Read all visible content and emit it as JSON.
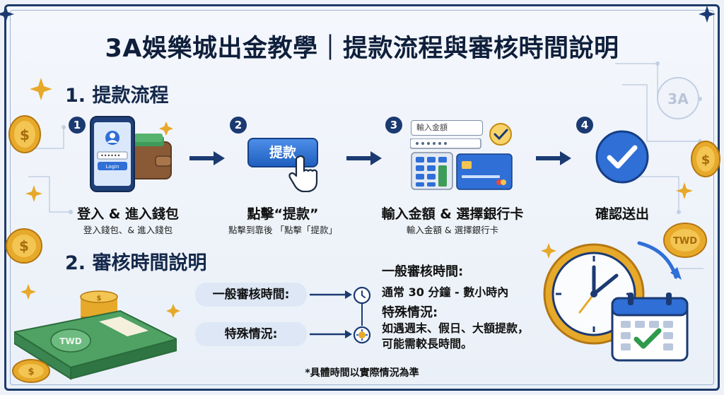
{
  "title": "3A娛樂城出金教學｜提款流程與審核時間說明",
  "section1": {
    "heading": "1. 提款流程"
  },
  "steps": [
    {
      "num": "1",
      "label": "登入 & 進入錢包",
      "sub": "登入錢包、& 進入錢包"
    },
    {
      "num": "2",
      "label": "點擊“提款”",
      "sub": "點擊到靠後 「點擊「提款」"
    },
    {
      "num": "3",
      "label": "輸入金額 & 選擇銀行卡",
      "sub": "輸入金額 & 選擇銀行卡"
    },
    {
      "num": "4",
      "label": "確認送出",
      "sub": ""
    }
  ],
  "phone": {
    "login_button": "Login"
  },
  "button": {
    "label": "提款"
  },
  "amount_input": {
    "placeholder": "輸入金額"
  },
  "section2": {
    "heading": "2. 審核時間說明"
  },
  "review": {
    "normal_pill": "一般審核時間:",
    "special_pill": "特殊情況:",
    "normal_title": "一般審核時間:",
    "normal_desc": "通常 30 分鐘 - 數小時內",
    "special_title": "特殊情況:",
    "special_desc_1": "如遇週末、假日、大額提款，",
    "special_desc_2": "可能需較長時間。"
  },
  "logo": {
    "text": "3A"
  },
  "coin_text": "TWD",
  "money_text": "TWD",
  "footnote": "*具體時間以實際情況為準",
  "colors": {
    "navy": "#1b3a72",
    "accent_blue": "#2f6fd6",
    "gold": "#e7a92a",
    "green": "#2e9a4c"
  }
}
